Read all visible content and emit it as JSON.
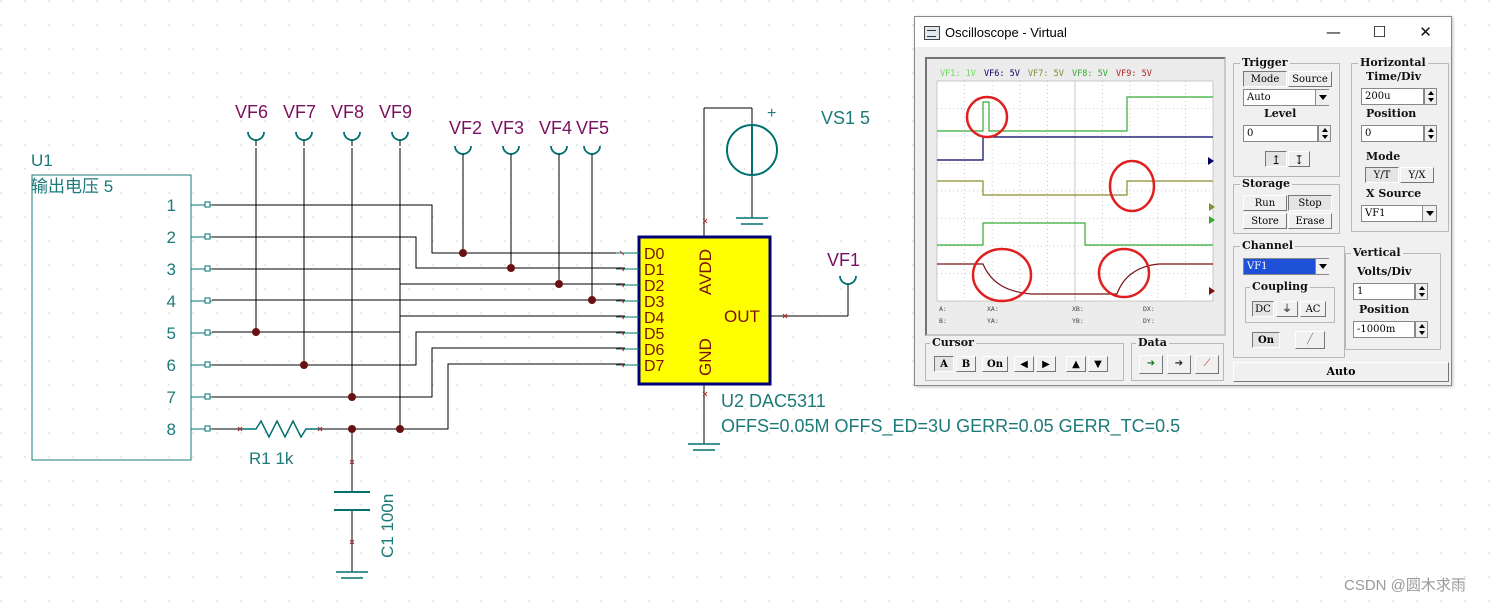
{
  "schematic": {
    "u1_ref": "U1",
    "u1_label": "输出电压 5",
    "u1_pins": [
      "1",
      "2",
      "3",
      "4",
      "5",
      "6",
      "7",
      "8"
    ],
    "probes_left": [
      "VF6",
      "VF7",
      "VF8",
      "VF9"
    ],
    "probes_mid": [
      "VF2",
      "VF3",
      "VF4",
      "VF5"
    ],
    "probe_out": "VF1",
    "vs_label": "VS1 5",
    "vs_plus": "+",
    "dac_pins": [
      "D0",
      "D1",
      "D2",
      "D3",
      "D4",
      "D5",
      "D6",
      "D7"
    ],
    "dac_avdd": "AVDD",
    "dac_gnd": "GND",
    "dac_out": "OUT",
    "dac_ref": "U2 DAC5311",
    "dac_params": "OFFS=0.05M OFFS_ED=3U GERR=0.05 GERR_TC=0.5",
    "r1_label": "R1 1k",
    "c1_label": "C1 100n",
    "colors": {
      "wire": "#000000",
      "component": "#007070",
      "label": "#1c7a78",
      "probe_label": "#7a1060",
      "dac_fill": "#ffff00",
      "dac_border": "#00007a"
    }
  },
  "watermark": "CSDN @圆木求雨",
  "oscilloscope": {
    "title": "Oscilloscope - Virtual",
    "window_buttons": {
      "minimize": "—",
      "maximize": "☐",
      "close": "✕"
    },
    "channel_legend": [
      {
        "label": "VF1: 1V",
        "color": "#66dd55"
      },
      {
        "label": "VF6: 5V",
        "color": "#000066"
      },
      {
        "label": "VF7: 5V",
        "color": "#8a8a30"
      },
      {
        "label": "VF8: 5V",
        "color": "#33aa33"
      },
      {
        "label": "VF9: 5V",
        "color": "#aa2222"
      }
    ],
    "cursor_readouts": [
      "A:",
      "XA:",
      "XB:",
      "DX:",
      "B:",
      "YA:",
      "YB:",
      "DY:"
    ],
    "trigger": {
      "title": "Trigger",
      "mode_btn": "Mode",
      "source_btn": "Source",
      "mode_value": "Auto",
      "level_label": "Level",
      "level_value": "0",
      "rise_icon": "rising-edge",
      "fall_icon": "falling-edge"
    },
    "horizontal": {
      "title": "Horizontal",
      "time_div_label": "Time/Div",
      "time_div_value": "200u",
      "position_label": "Position",
      "position_value": "0",
      "mode_label": "Mode",
      "yt_btn": "Y/T",
      "yx_btn": "Y/X",
      "xsource_label": "X Source",
      "xsource_value": "VF1"
    },
    "storage": {
      "title": "Storage",
      "run": "Run",
      "stop": "Stop",
      "store": "Store",
      "erase": "Erase"
    },
    "channel": {
      "title": "Channel",
      "value": "VF1",
      "coupling_title": "Coupling",
      "dc": "DC",
      "gnd": "⏚",
      "ac": "AC",
      "on": "On"
    },
    "vertical": {
      "title": "Vertical",
      "volts_div_label": "Volts/Div",
      "volts_div_value": "1",
      "position_label": "Position",
      "position_value": "-1000m"
    },
    "cursor": {
      "title": "Cursor",
      "a": "A",
      "b": "B",
      "on": "On"
    },
    "data": {
      "title": "Data"
    },
    "auto_button": "Auto"
  }
}
